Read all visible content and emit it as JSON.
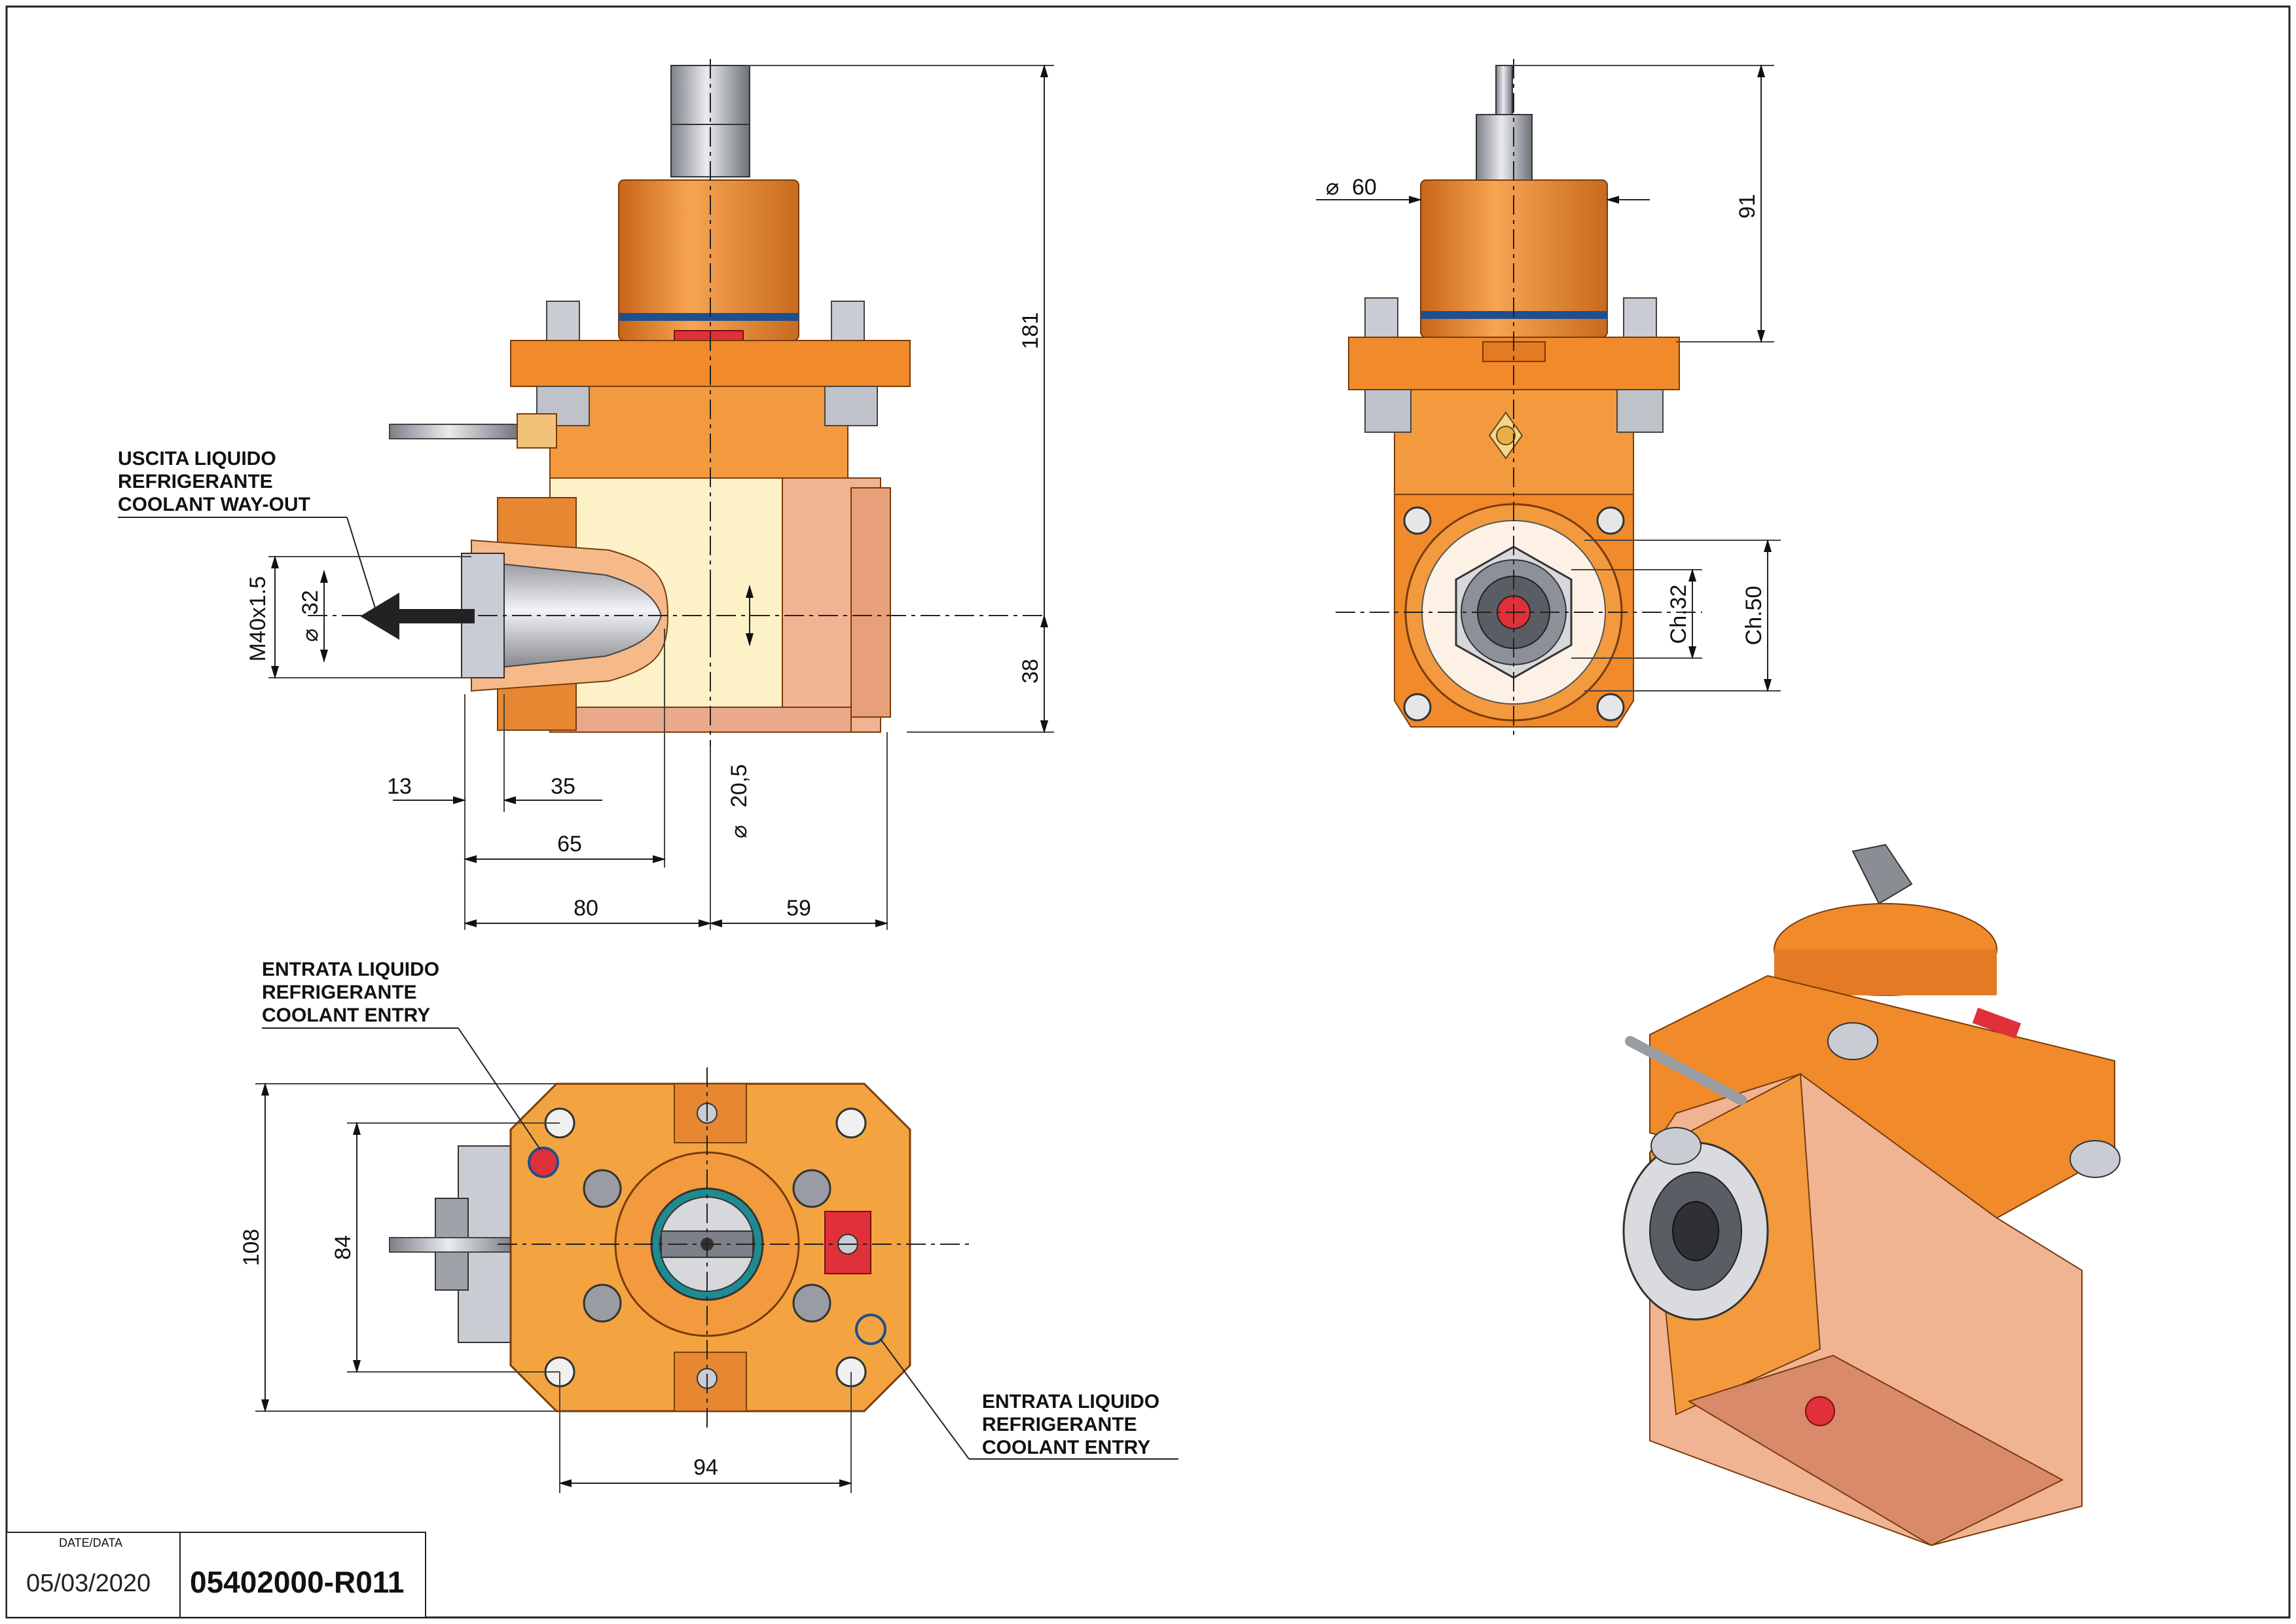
{
  "colors": {
    "body_orange": "#e8892e",
    "body_light": "#f3a75a",
    "body_cream": "#fdf1c8",
    "body_pink": "#f0b493",
    "steel": "#b9bcc4",
    "seal_blue": "#1e4f8f",
    "marker_red": "#e0303a"
  },
  "icons": {
    "flow_arrow": "arrow-left-icon"
  },
  "front_view": {
    "dims": {
      "height_total": "181",
      "height_axis": "38",
      "thread": "M40x1.5",
      "bore": "32",
      "d13": "13",
      "d35": "35",
      "d65": "65",
      "d80": "80",
      "d59": "59",
      "dia_20_5": "20,5"
    },
    "note": {
      "line1": "USCITA LIQUIDO",
      "line2": "REFRIGERANTE",
      "line3": "COOLANT WAY-OUT"
    }
  },
  "side_view": {
    "dims": {
      "dia_60": "60",
      "h91": "91",
      "ch32": "Ch.32",
      "ch50": "Ch.50"
    }
  },
  "bottom_view": {
    "dims": {
      "d108": "108",
      "d84": "84",
      "d94": "94"
    },
    "note_left": {
      "line1": "ENTRATA LIQUIDO",
      "line2": "REFRIGERANTE",
      "line3": "COOLANT ENTRY"
    },
    "note_right": {
      "line1": "ENTRATA LIQUIDO",
      "line2": "REFRIGERANTE",
      "line3": "COOLANT ENTRY"
    }
  },
  "title_block": {
    "date_label": "DATE/DATA",
    "date": "05/03/2020",
    "code": "05402000-R011"
  }
}
